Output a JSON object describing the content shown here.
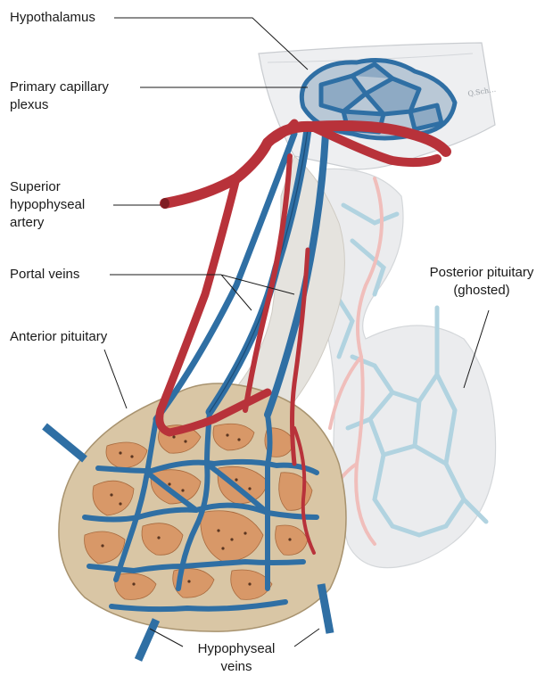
{
  "labels": {
    "hypothalamus": "Hypothalamus",
    "primary_capillary_plexus": "Primary capillary\nplexus",
    "superior_hypophyseal_artery": "Superior\nhypophyseal\nartery",
    "portal_veins": "Portal veins",
    "anterior_pituitary": "Anterior pituitary",
    "posterior_pituitary": "Posterior pituitary\n(ghosted)",
    "hypophyseal_veins": "Hypophyseal\nveins"
  },
  "colors": {
    "vein": "#2f6fa4",
    "vein_dark": "#1c4c77",
    "artery": "#b8323a",
    "artery_dark": "#7f1d23",
    "anterior_tissue": "#d9c6a5",
    "cells": "#d89868",
    "ghost_tissue": "#e6e8ea",
    "ghost_vein": "#a9cfdd",
    "ghost_artery": "#efb8b4"
  },
  "signature": "Q.Sch..."
}
